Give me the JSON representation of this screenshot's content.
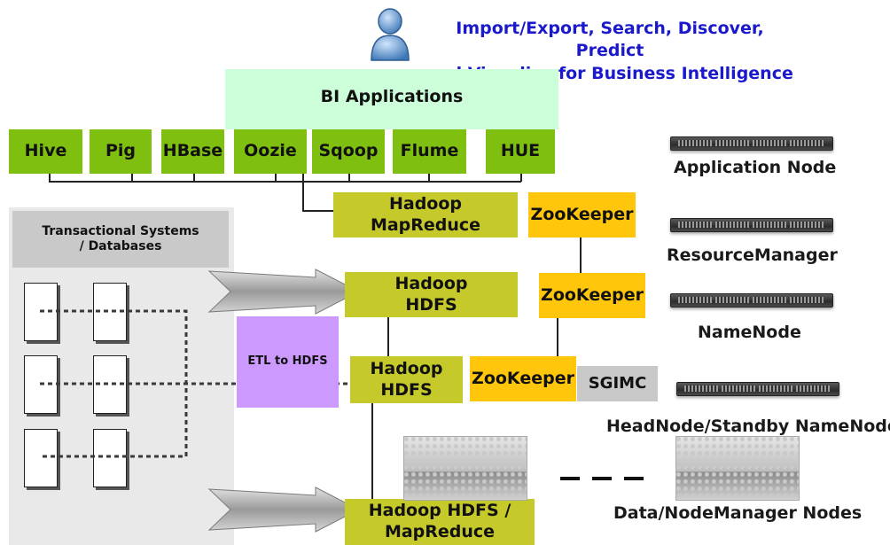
{
  "header": {
    "tagline_line1": "Import/Export, Search, Discover, Predict",
    "tagline_line2": "and Visualize for Business Intelligence"
  },
  "bi_applications": "BI Applications",
  "ecosystem": [
    "Hive",
    "Pig",
    "HBase",
    "Oozie",
    "Sqoop",
    "Flume",
    "HUE"
  ],
  "mapreduce": "Hadoop MapReduce",
  "zookeepers": [
    "ZooKeeper",
    "ZooKeeper",
    "ZooKeeper"
  ],
  "hdfs_main": "Hadoop HDFS",
  "hdfs_secondary": "Hadoop HDFS",
  "hdfs_mapreduce": "Hadoop HDFS / MapReduce",
  "sgimc": "SGIMC",
  "etl": "ETL to HDFS",
  "transactional": "Transactional Systems / Databases",
  "nodes": {
    "application": "Application Node",
    "resource_manager": "ResourceManager",
    "namenode": "NameNode",
    "headnode": "HeadNode/Standby NameNode",
    "data_nodes": "Data/NodeManager Nodes"
  },
  "colors": {
    "tagline": "#1a1acc",
    "bi_bg": "#ccffd9",
    "ecosystem_bg": "#7fbf0f",
    "hadoop_bg": "#c6c92a",
    "zookeeper_bg": "#ffc60b",
    "etl_bg": "#cc99ff",
    "sgimc_bg": "#c8c8c8",
    "transactional_bg": "#e9e9e9"
  }
}
